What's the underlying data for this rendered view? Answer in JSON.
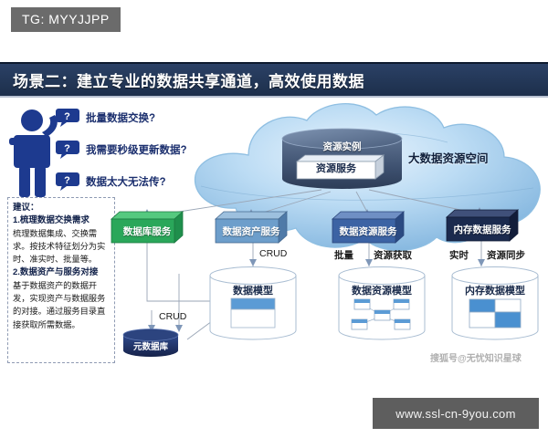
{
  "overlay": {
    "tg_tag": "TG: MYYJJPP",
    "url": "www.ssl-cn-9you.com",
    "watermark": "搜狐号@无忧知识星球"
  },
  "title": {
    "text": "场景二：建立专业的数据共享通道，高效使用数据",
    "band_color": "#233757",
    "text_color": "#ffffff"
  },
  "questions": [
    {
      "icon": "question-bubble-icon",
      "text": "批量数据交换?"
    },
    {
      "icon": "question-bubble-icon",
      "text": "我需要秒级更新数据?"
    },
    {
      "icon": "question-bubble-icon",
      "text": "数据太大无法传?"
    }
  ],
  "advice": {
    "heading": "建议：",
    "item1_title": "1.梳理数据交换需求",
    "item1_body": "梳理数据集成、交换需求。按技术特征划分为实时、准实时、批量等。",
    "item2_title": "2.数据资产与服务对接",
    "item2_body": "基于数据资产的数据开发，实现资产与数据服务的对接。通过服务目录直接获取所需数据。"
  },
  "cloud": {
    "space_label": "大数据资源空间",
    "resource_instance": "资源实例",
    "resource_service": "资源服务",
    "fill_color": "#9cc6e8"
  },
  "services": [
    {
      "label": "数据库服务",
      "color": "#2aa75a"
    },
    {
      "label": "数据资产服务",
      "color": "#6d9ecb"
    },
    {
      "label": "数据资源服务",
      "color": "#3c63a4"
    },
    {
      "label": "内存数据服务",
      "color": "#1b2a4e"
    }
  ],
  "connectors": [
    {
      "label": "CRUD",
      "for": "数据资产服务"
    },
    {
      "label": "批量",
      "for": "数据资源服务"
    },
    {
      "label": "资源获取",
      "for": "数据资源服务"
    },
    {
      "label": "实时",
      "for": "内存数据服务"
    },
    {
      "label": "资源同步",
      "for": "内存数据服务"
    },
    {
      "label": "CRUD",
      "for": "元数据库"
    }
  ],
  "models": [
    {
      "label": "数据模型",
      "style": "table-block"
    },
    {
      "label": "数据资源模型",
      "style": "node-graph"
    },
    {
      "label": "内存数据模型",
      "style": "grid-block"
    }
  ],
  "metadata_db": {
    "label": "元数据库",
    "color": "#1e3163"
  }
}
